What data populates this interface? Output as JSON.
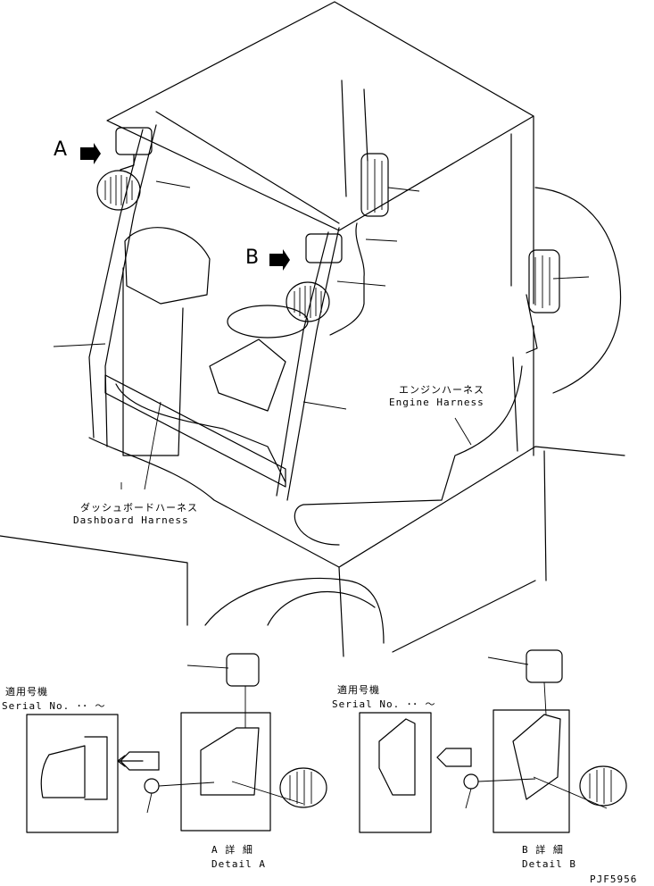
{
  "main": {
    "callout_a": "A",
    "callout_b": "B",
    "engine_harness_jp": "エンジンハーネス",
    "engine_harness_en": "Engine Harness",
    "dashboard_harness_jp": "ダッシュボードハーネス",
    "dashboard_harness_en": "Dashboard Harness"
  },
  "detail_a": {
    "serial_jp": "適用号機",
    "serial_en": "Serial No. ･･ ～",
    "title_jp": "A 詳 細",
    "title_en": "Detail A"
  },
  "detail_b": {
    "serial_jp": "適用号機",
    "serial_en": "Serial No. ･･ ～",
    "title_jp": "B 詳 細",
    "title_en": "Detail B"
  },
  "footer": {
    "drawing_no": "PJF5956"
  }
}
